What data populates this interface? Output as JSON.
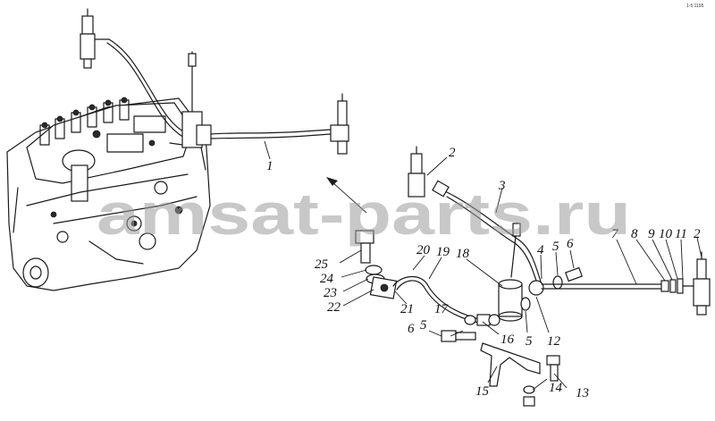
{
  "drawing": {
    "watermark_text": "amsat-parts.ru",
    "corner_tag": "1-5 1195"
  },
  "callouts": {
    "c1": "1",
    "c2a": "2",
    "c2b": "2",
    "c3": "3",
    "c4": "4",
    "c5a": "5",
    "c5b": "5",
    "c5c": "5",
    "c6a": "6",
    "c6b": "6",
    "c7": "7",
    "c8": "8",
    "c9": "9",
    "c10": "10",
    "c11": "11",
    "c12": "12",
    "c13": "13",
    "c14": "14",
    "c15": "15",
    "c16": "16",
    "c17": "17",
    "c18": "18",
    "c19": "19",
    "c20": "20",
    "c21": "21",
    "c22": "22",
    "c23": "23",
    "c24": "24",
    "c25": "25"
  }
}
